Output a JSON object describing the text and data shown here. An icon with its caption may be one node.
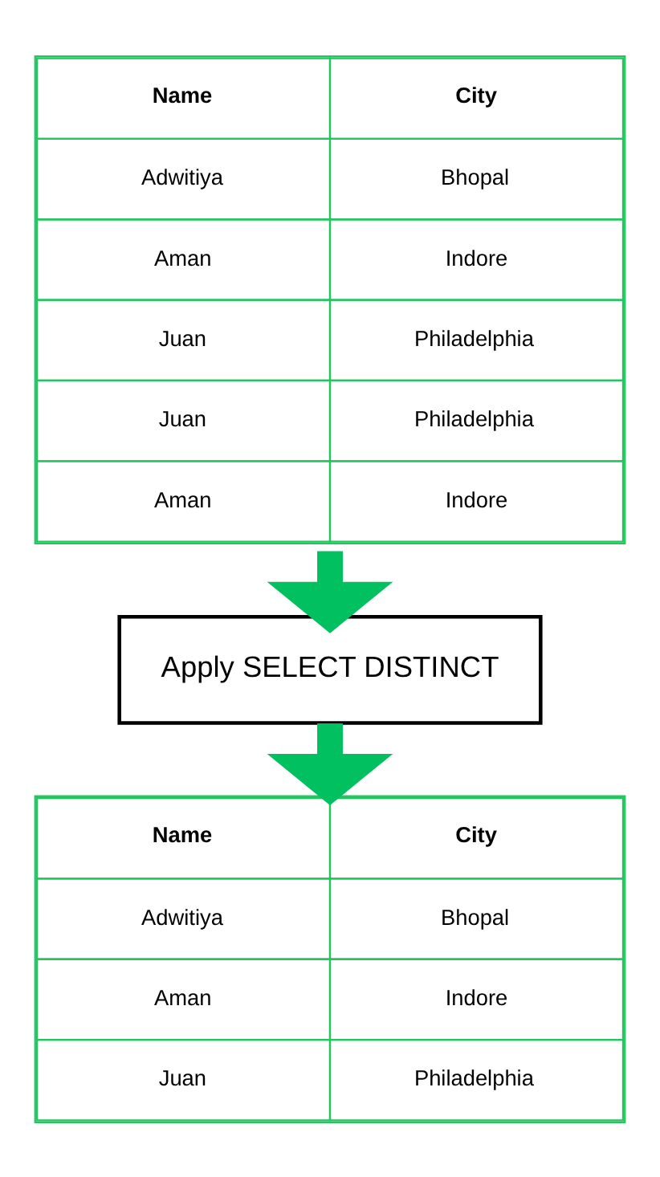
{
  "diagram": {
    "nodes": [
      {
        "text": [
          "Name",
          "City",
          "Adwitiya",
          "Bhopal",
          "Aman",
          "Indore",
          "Juan",
          "Philadelphia",
          "Juan",
          "Philadelphia",
          "Aman",
          "Indore"
        ]
      },
      {
        "text": [
          "Apply SELECT DISTINCT"
        ]
      },
      {
        "text": [
          "Name",
          "City",
          "Adwitiya",
          "Bhopal",
          "Aman",
          "Indore",
          "Juan",
          "Philadelphia"
        ]
      }
    ],
    "edges": [
      {
        "from": 0,
        "to": 1,
        "arrow": "to",
        "color": "#00c060"
      },
      {
        "from": 1,
        "to": 2,
        "arrow": "to",
        "color": "#00c060"
      }
    ]
  }
}
